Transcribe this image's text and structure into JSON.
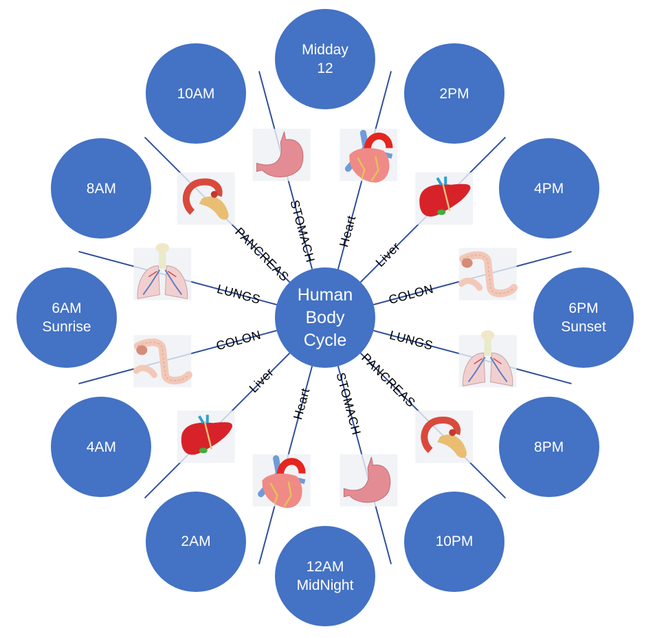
{
  "diagram": {
    "title": "Human Body Cycle",
    "center": {
      "label": "Human\nBody\nCycle"
    },
    "colors": {
      "circle_fill": "#4472C4",
      "circle_text": "#ffffff",
      "spoke": "#2F4F9A",
      "label_text": "#000000"
    },
    "time_nodes": [
      {
        "id": "midday",
        "label": "Midday\n12"
      },
      {
        "id": "2pm",
        "label": "2PM"
      },
      {
        "id": "4pm",
        "label": "4PM"
      },
      {
        "id": "6pm",
        "label": "6PM\nSunset"
      },
      {
        "id": "8pm",
        "label": "8PM"
      },
      {
        "id": "10pm",
        "label": "10PM"
      },
      {
        "id": "12am",
        "label": "12AM\nMidNight"
      },
      {
        "id": "2am",
        "label": "2AM"
      },
      {
        "id": "4am",
        "label": "4AM"
      },
      {
        "id": "6am",
        "label": "6AM\nSunrise"
      },
      {
        "id": "8am",
        "label": "8AM"
      },
      {
        "id": "10am",
        "label": "10AM"
      }
    ],
    "organ_segments": [
      {
        "organ": "Heart",
        "from": "Midday 12",
        "to": "2PM",
        "image": "heart-icon"
      },
      {
        "organ": "Liver",
        "from": "2PM",
        "to": "4PM",
        "image": "liver-icon"
      },
      {
        "organ": "COLON",
        "from": "4PM",
        "to": "6PM",
        "image": "colon-icon"
      },
      {
        "organ": "LUNGS",
        "from": "6PM",
        "to": "8PM",
        "image": "lungs-icon"
      },
      {
        "organ": "PANCREAS",
        "from": "8PM",
        "to": "10PM",
        "image": "pancreas-icon"
      },
      {
        "organ": "STOMACH",
        "from": "10PM",
        "to": "12AM",
        "image": "stomach-icon"
      },
      {
        "organ": "Heart",
        "from": "12AM",
        "to": "2AM",
        "image": "heart-icon"
      },
      {
        "organ": "Liver",
        "from": "2AM",
        "to": "4AM",
        "image": "liver-icon"
      },
      {
        "organ": "COLON",
        "from": "4AM",
        "to": "6AM",
        "image": "colon-icon"
      },
      {
        "organ": "LUNGS",
        "from": "6AM",
        "to": "8AM",
        "image": "lungs-icon"
      },
      {
        "organ": "PANCREAS",
        "from": "8AM",
        "to": "10AM",
        "image": "pancreas-icon"
      },
      {
        "organ": "STOMACH",
        "from": "10AM",
        "to": "Midday 12",
        "image": "stomach-icon"
      }
    ]
  }
}
